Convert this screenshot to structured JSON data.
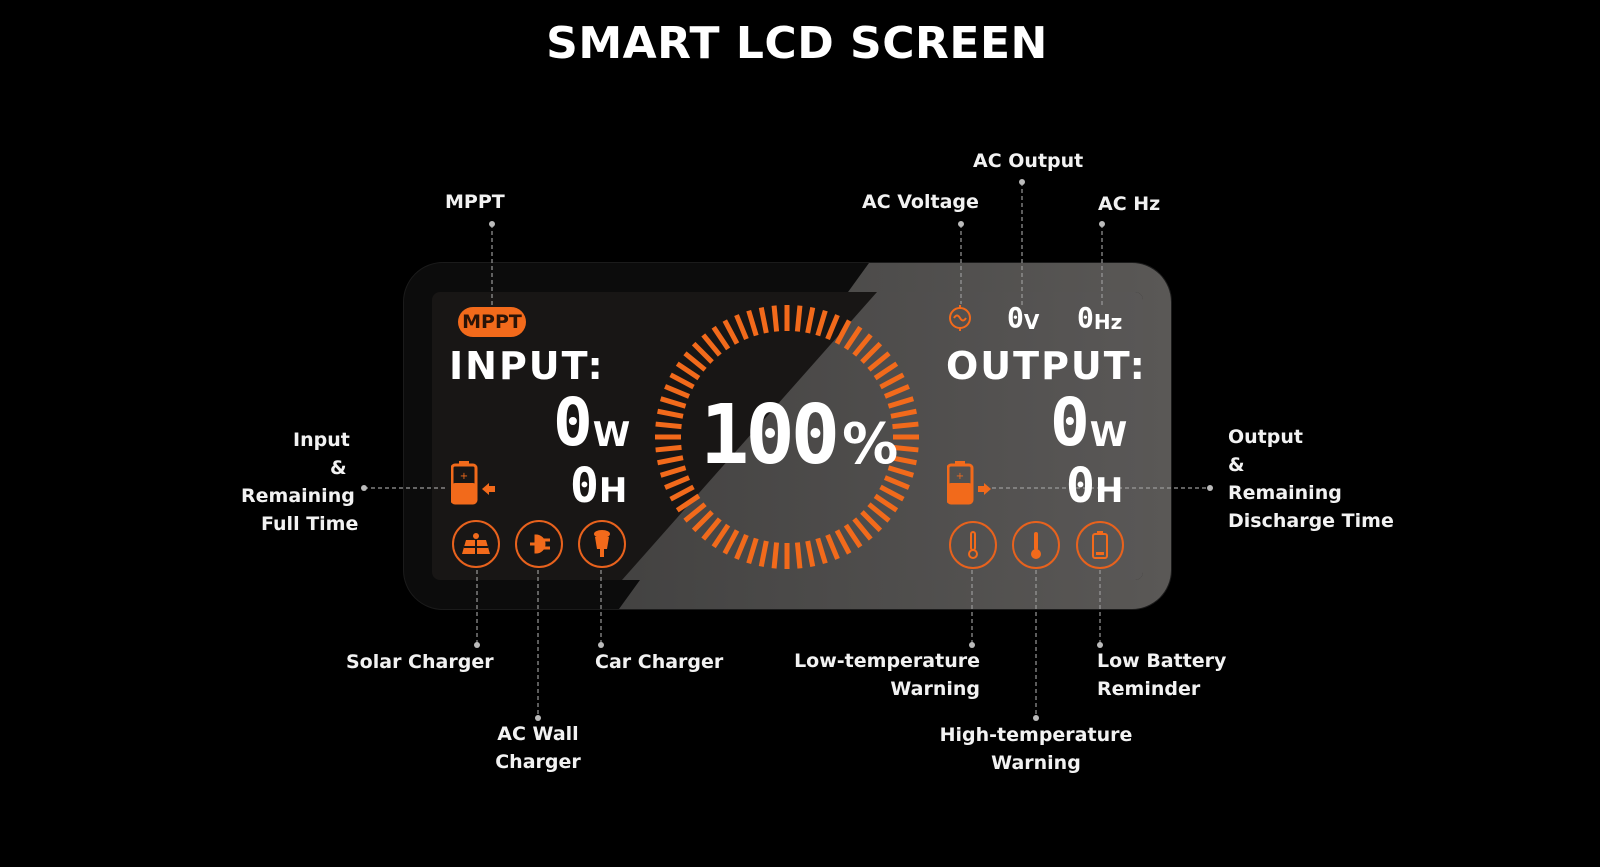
{
  "title": "SMART LCD SCREEN",
  "colors": {
    "accent": "#f26a1b",
    "background": "#000000",
    "text": "#ffffff"
  },
  "lcd": {
    "mppt_badge": "MPPT",
    "input_heading": "INPUT:",
    "input_watts": "0",
    "input_watts_unit": "W",
    "input_hours": "0",
    "input_hours_unit": "H",
    "battery_percent": "100",
    "percent_sign": "%",
    "ac_voltage": "0",
    "ac_voltage_unit": "V",
    "ac_hz": "0",
    "ac_hz_unit": "Hz",
    "output_heading": "OUTPUT:",
    "output_watts": "0",
    "output_watts_unit": "W",
    "output_hours": "0",
    "output_hours_unit": "H",
    "ring_fill_fraction": 1.0
  },
  "callouts": {
    "mppt": "MPPT",
    "ac_voltage": "AC Voltage",
    "ac_output": "AC Output",
    "ac_hz": "AC Hz",
    "input_lines": [
      "Input",
      "&",
      "Remaining",
      "Full Time"
    ],
    "output_lines": [
      "Output",
      "&",
      "Remaining",
      "Discharge Time"
    ],
    "solar_charger": "Solar Charger",
    "ac_wall_charger_lines": [
      "AC Wall",
      "Charger"
    ],
    "car_charger": "Car Charger",
    "low_temp_lines": [
      "Low-temperature",
      "Warning"
    ],
    "high_temp_lines": [
      "High-temperature",
      "Warning"
    ],
    "low_battery_lines": [
      "Low Battery",
      "Reminder"
    ]
  }
}
